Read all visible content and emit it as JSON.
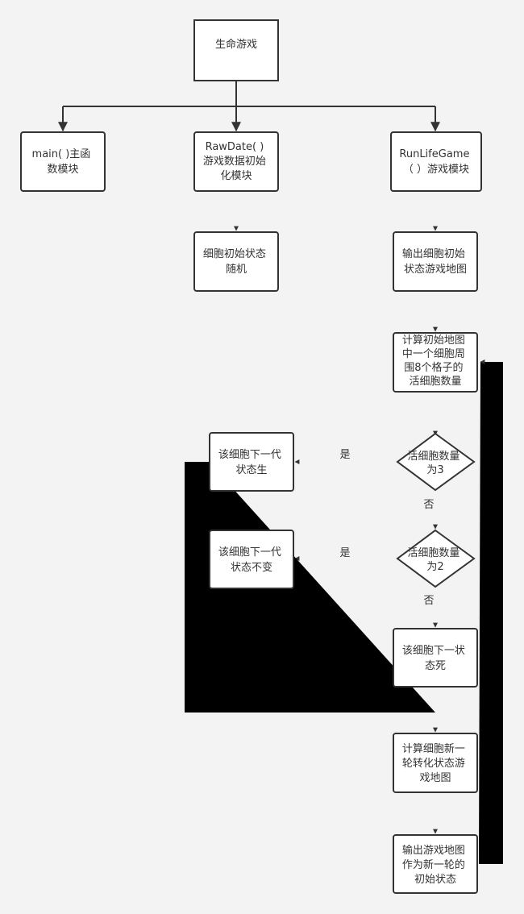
{
  "nodes": {
    "life_game": [
      "生命游戏"
    ],
    "main_module": [
      "main( )主函",
      "数模块"
    ],
    "rawdate_module": [
      "RawDate( )",
      "游戏数据初始",
      "化模块"
    ],
    "runlifegame_module": [
      "RunLifeGame",
      "（ ）游戏模块"
    ],
    "random_init": [
      "细胞初始状态",
      "随机"
    ],
    "output_initial_map": [
      "输出细胞初始",
      "状态游戏地图"
    ],
    "count_neighbors": [
      "计算初始地图",
      "中一个细胞周",
      "围8个格子的",
      "活细胞数量"
    ],
    "is_three": [
      "活细胞数量",
      "为3"
    ],
    "next_alive": [
      "该细胞下一代",
      "状态生"
    ],
    "is_two": [
      "活细胞数量",
      "为2"
    ],
    "next_unchanged": [
      "该细胞下一代",
      "状态不变"
    ],
    "next_dead": [
      "该细胞下一状",
      "态死"
    ],
    "compute_new_map": [
      "计算细胞新一",
      "轮转化状态游",
      "戏地图"
    ],
    "output_new_map": [
      "输出游戏地图",
      "作为新一轮的",
      "初始状态"
    ]
  },
  "edge_labels": {
    "yes_three": "是",
    "no_three": "否",
    "yes_two": "是",
    "no_two": "否"
  }
}
